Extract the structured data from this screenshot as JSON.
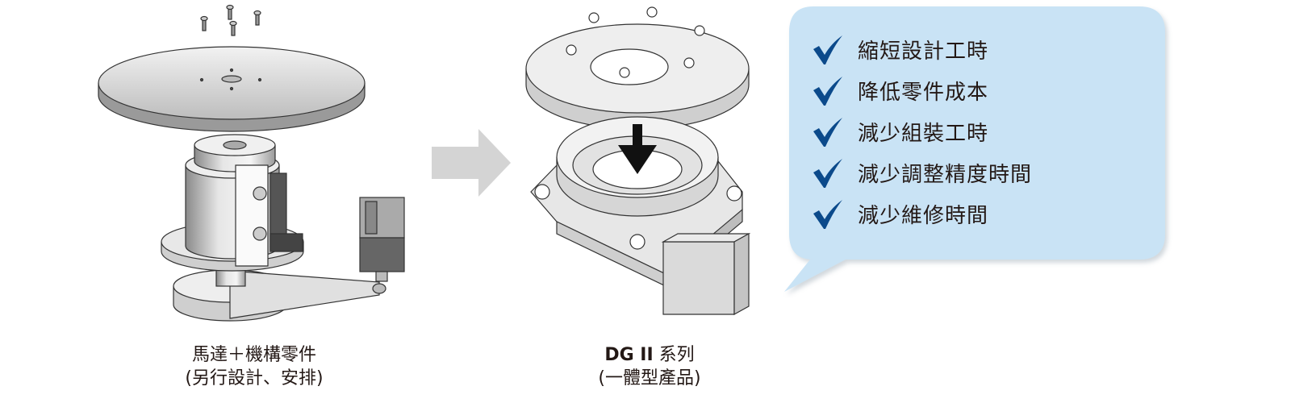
{
  "left_caption": {
    "line1": "馬達＋機構零件",
    "line2": "(另行設計、安排)"
  },
  "right_caption": {
    "series_name": "DG II",
    "series_suffix": "系列",
    "line2": "(一體型產品)"
  },
  "benefits": [
    "縮短設計工時",
    "降低零件成本",
    "減少組裝工時",
    "減少調整精度時間",
    "減少維修時間"
  ],
  "icons": {
    "check": "check-icon",
    "transition_arrow": "arrow-right-icon",
    "install_arrow": "arrow-down-icon"
  },
  "colors": {
    "bubble_fill": "#c9e3f5",
    "check": "#0b4a8b",
    "arrow_gray": "#d4d4d4",
    "outline": "#333333",
    "text": "#231815"
  }
}
